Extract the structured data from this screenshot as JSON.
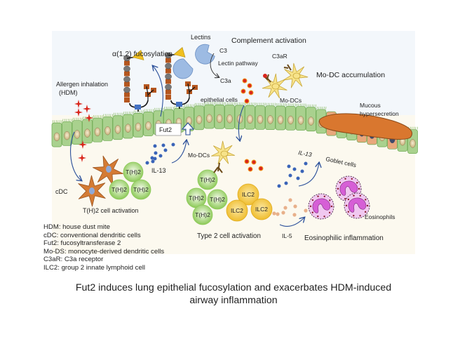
{
  "diagram": {
    "labels": {
      "fucosylation": "α(1,2) fucosylation",
      "lectins": "Lectins",
      "complement_activation": "Complement activation",
      "c3": "C3",
      "lectin_pathway": "Lectin pathway",
      "c3a": "C3a",
      "c3ar": "C3aR",
      "mo_dc_accumulation": "Mo-DC accumulation",
      "epithelial_cells": "epithelial cells",
      "mo_dcs_top": "Mo-DCs",
      "mucous_hypersecretion_1": "Mucous",
      "mucous_hypersecretion_2": "hypersecretion",
      "allergen_inhalation": "Allergen inhalation",
      "hdm": "(HDM)",
      "fut2": "Fut2",
      "il13_left": "IL-13",
      "il13_right": "IL-13",
      "mo_dcs_bottom": "Mo-DCs",
      "goblet_cells": "Goblet cells",
      "cdc": "cDC",
      "th2_activation": "T(H)2 cell activation",
      "type2_activation": "Type 2 cell activation",
      "il5": "IL-5",
      "eosinophils": "Eosinophils",
      "eosinophilic_inflammation": "Eosinophilic inflammation",
      "th2_cell": "T(H)2",
      "ilc2_cell": "ILC2"
    },
    "legend": [
      "HDM: house dust mite",
      "cDC: conventional dendritic cells",
      "Fut2: fucosyltransferase 2",
      "Mo-DS: monocyte-derived dendritic cells",
      "C3aR: C3a receptor",
      "ILC2: group 2 innate lymphoid cell"
    ],
    "caption_line1": "Fut2 induces lung epithelial fucosylation and exacerbates HDM-induced",
    "caption_line2": "airway inflammation"
  },
  "colors": {
    "epithelium": "#a9d18e",
    "epithelium_dark": "#6aa84f",
    "nucleus": "#d9c79a",
    "goblet": "#e8a87c",
    "goblet_nucleus": "#3d4a6b",
    "mucus": "#d9772f",
    "cdc": "#d47b34",
    "th2": "#9fd36a",
    "ilc2": "#f2c53d",
    "modc": "#f7e38a",
    "eosinophil": "#d65fd6",
    "lectin": "#9dbbe3",
    "fucose": "#f0c020",
    "glcnac": "#4472c4",
    "cytokine_blue": "#3a64b8",
    "c3a_red": "#d9261c",
    "il5_dot": "#e8b08a",
    "arrow": "#2a4f9a",
    "upper_bg": "#f3f7fb",
    "lower_bg": "#fcf9ef"
  }
}
